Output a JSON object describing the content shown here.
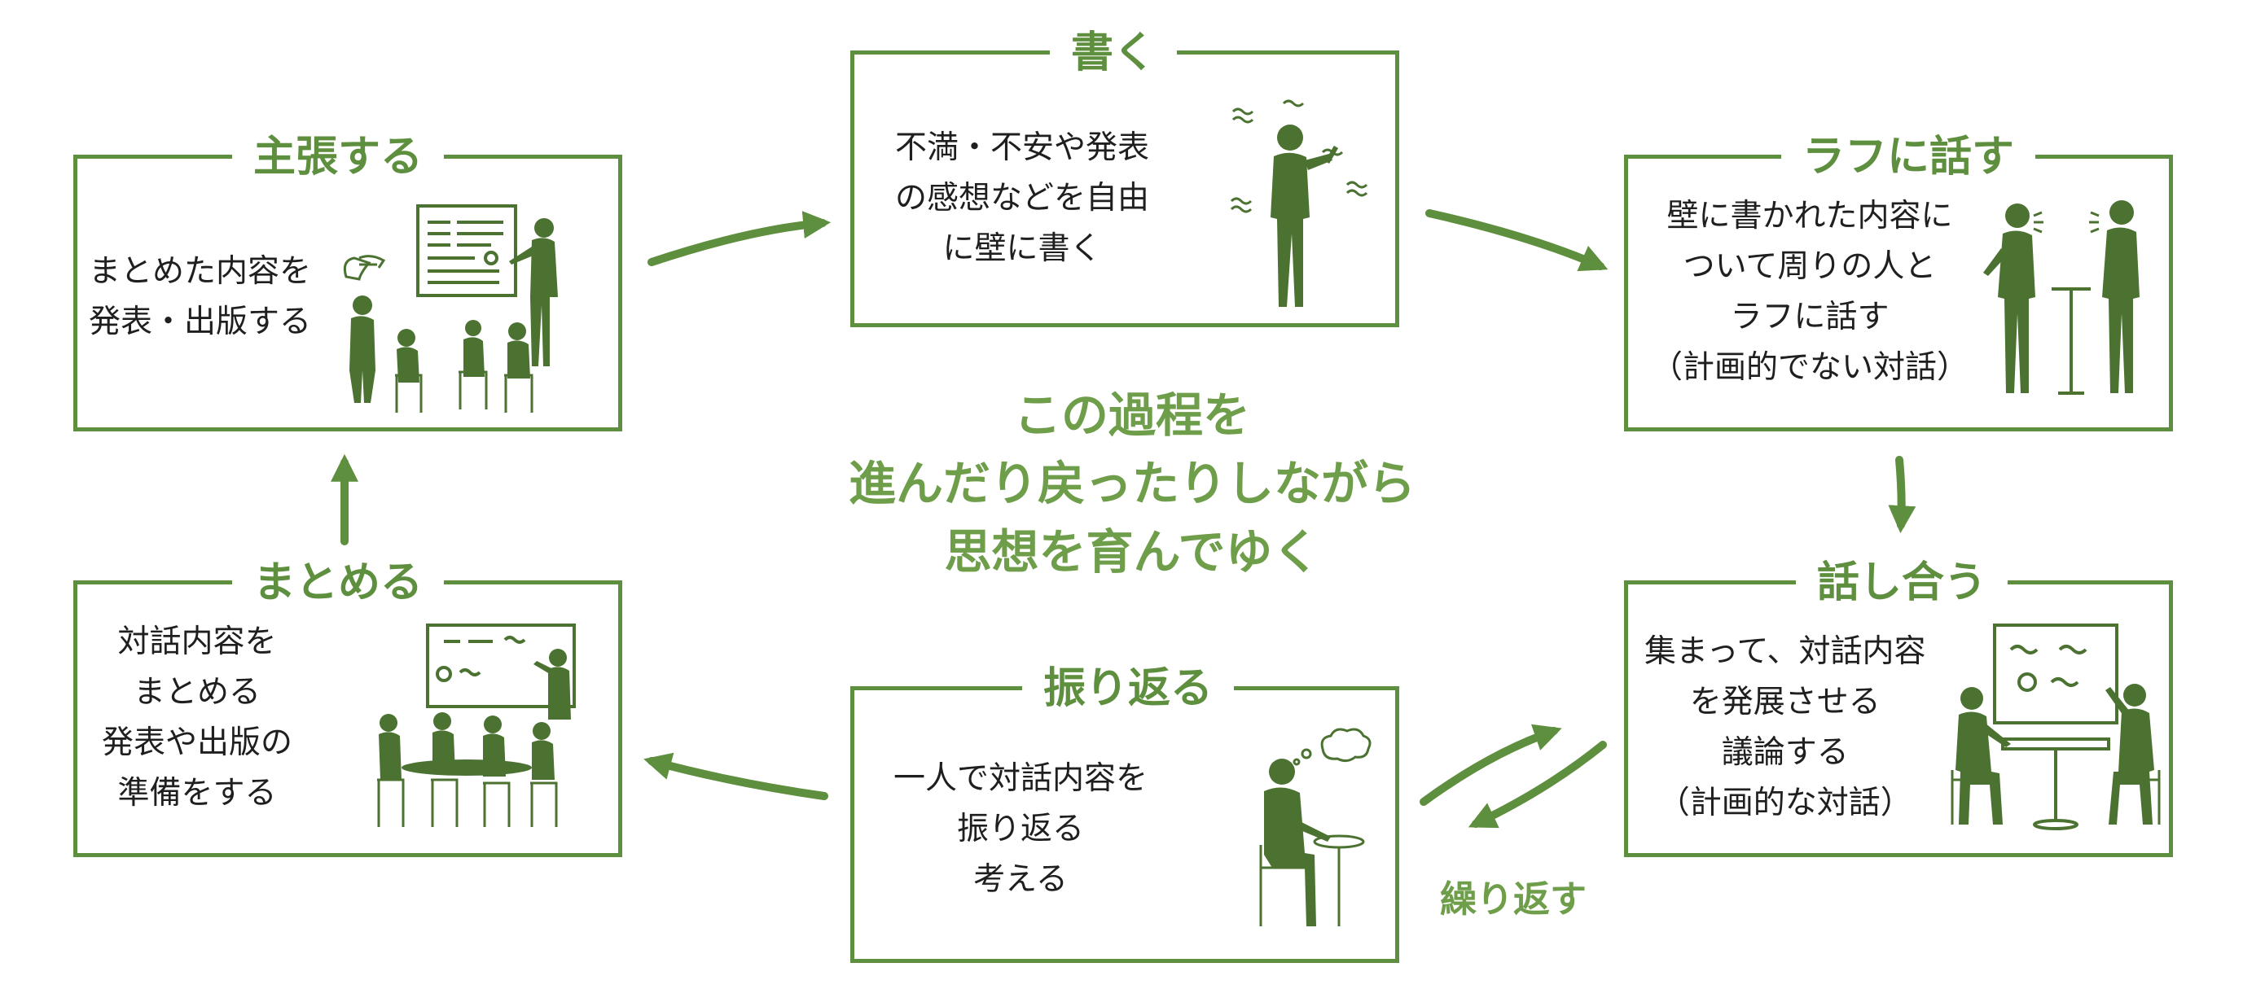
{
  "diagram": {
    "center_message": [
      "この過程を",
      "進んだり戻ったりしながら",
      "思想を育んでゆく"
    ],
    "repeat_label": "繰り返す",
    "colors": {
      "frame": "#5e8f3e",
      "accent_text": "#6f9e4b",
      "figure": "#4c7232",
      "body_text": "#1f1f1f"
    },
    "steps": {
      "write": {
        "title": "書く",
        "lines": [
          "不満・不安や発表",
          "の感想などを自由",
          "に壁に書く"
        ]
      },
      "chat": {
        "title": "ラフに話す",
        "lines": [
          "壁に書かれた内容に",
          "ついて周りの人と",
          "ラフに話す",
          "（計画的でない対話）"
        ]
      },
      "discuss": {
        "title": "話し合う",
        "lines": [
          "集まって、対話内容",
          "を発展させる",
          "議論する",
          "（計画的な対話）"
        ]
      },
      "reflect": {
        "title": "振り返る",
        "lines": [
          "一人で対話内容を",
          "振り返る",
          "考える"
        ]
      },
      "summarize": {
        "title": "まとめる",
        "lines": [
          "対話内容を",
          "まとめる",
          "発表や出版の",
          "準備をする"
        ]
      },
      "assert": {
        "title": "主張する",
        "lines": [
          "まとめた内容を",
          "発表・出版する"
        ]
      }
    }
  }
}
